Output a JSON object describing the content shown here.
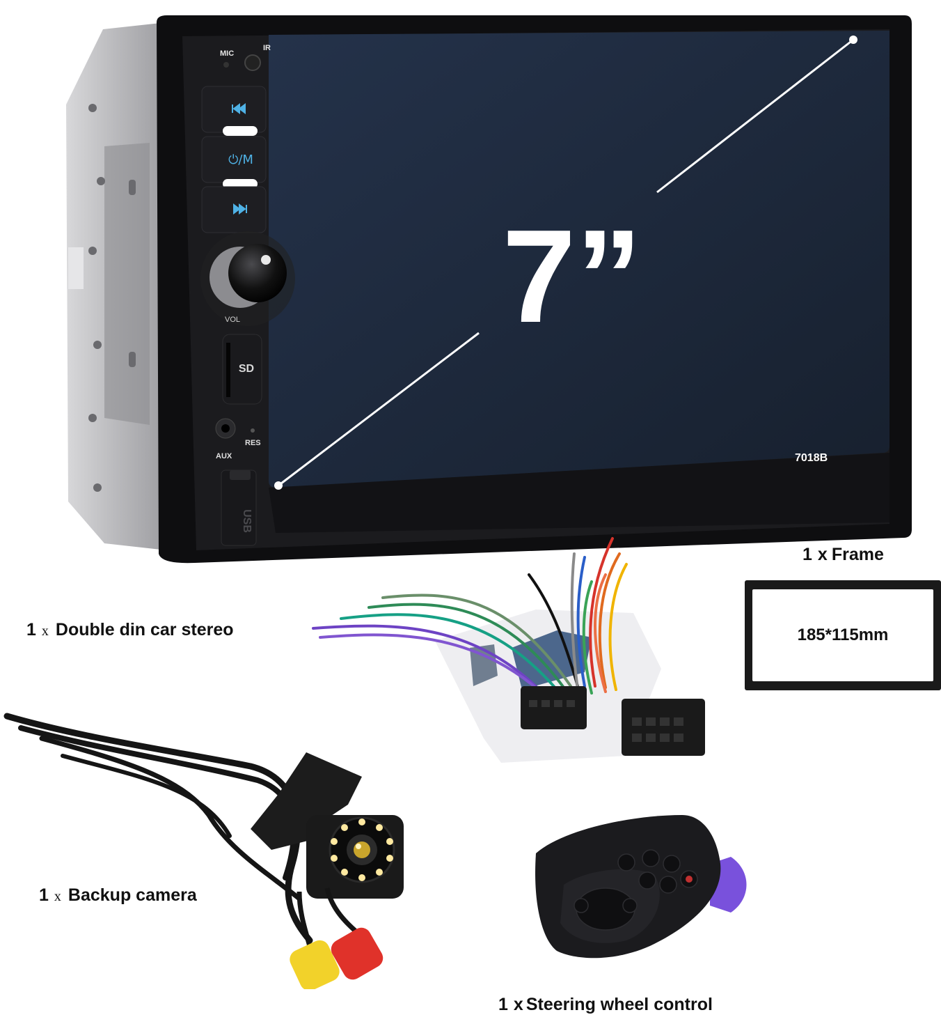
{
  "stereo": {
    "screen_size": "7”",
    "model": "7018B",
    "buttons": {
      "mic": "MIC",
      "ir": "IR",
      "prev_icon": "prev-track-icon",
      "power_mode": "⏻/M",
      "next_icon": "next-track-icon",
      "vol": "VOL",
      "sd": "SD",
      "aux": "AUX",
      "res": "RES",
      "usb": "USB"
    }
  },
  "items": [
    {
      "qty": "1",
      "sep": "x",
      "name": "Double din car stereo"
    },
    {
      "qty": "1",
      "sep": "x",
      "name": "Frame"
    },
    {
      "qty": "1",
      "sep": "x",
      "name": "Backup camera"
    },
    {
      "qty": "1",
      "sep": "x",
      "name": "Steering wheel control"
    }
  ],
  "frame": {
    "size": "185*115mm"
  },
  "colors": {
    "screen": "#1d2a3c",
    "bezel": "#0e0e10",
    "accent_blue": "#4fb2e6",
    "camera_yellow": "#f2d22a",
    "camera_red": "#e0322a",
    "remote_purple": "#6a3ed8"
  }
}
